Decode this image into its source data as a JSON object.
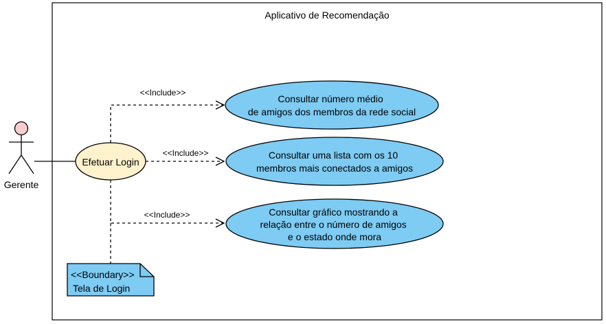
{
  "diagram": {
    "system_title": "Aplicativo de Recomendação",
    "actor": {
      "label": "Gerente"
    },
    "login_use_case": {
      "label": "Efetuar Login"
    },
    "use_cases": [
      {
        "lines": [
          "Consultar número médio",
          "de amigos dos membros da rede social"
        ]
      },
      {
        "lines": [
          "Consultar uma lista com os 10",
          "membros mais conectados a amigos"
        ]
      },
      {
        "lines": [
          "Consultar gráfico mostrando a",
          "relação entre o número de amigos",
          "e o estado onde mora"
        ]
      }
    ],
    "include_labels": [
      "<<Include>>",
      "<<Include>>",
      "<<Include>>"
    ],
    "boundary_note": {
      "stereotype": "<<Boundary>>",
      "label": "Tela de Login"
    }
  },
  "colors": {
    "use_case_fill": "#7ecbf3",
    "login_fill": "#fff2cc",
    "actor_head_fill": "#f8cecc",
    "note_fill": "#7ecbf3",
    "stroke": "#000000"
  }
}
